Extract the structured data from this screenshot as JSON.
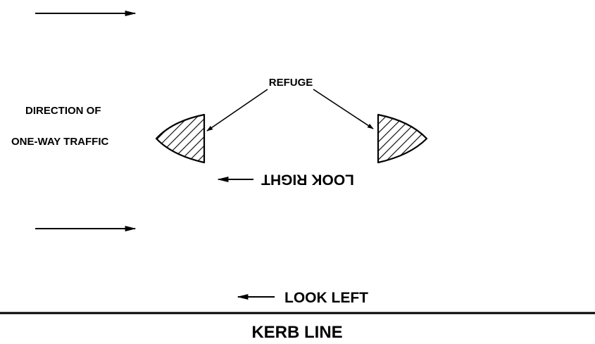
{
  "labels": {
    "refuge": "REFUGE",
    "direction_line1": "DIRECTION OF",
    "direction_line2": "ONE-WAY TRAFFIC",
    "look_right": "LOOK RIGHT",
    "look_left": "LOOK LEFT",
    "kerb_line": "KERB LINE"
  },
  "colors": {
    "ink": "#000000",
    "background": "#ffffff"
  }
}
